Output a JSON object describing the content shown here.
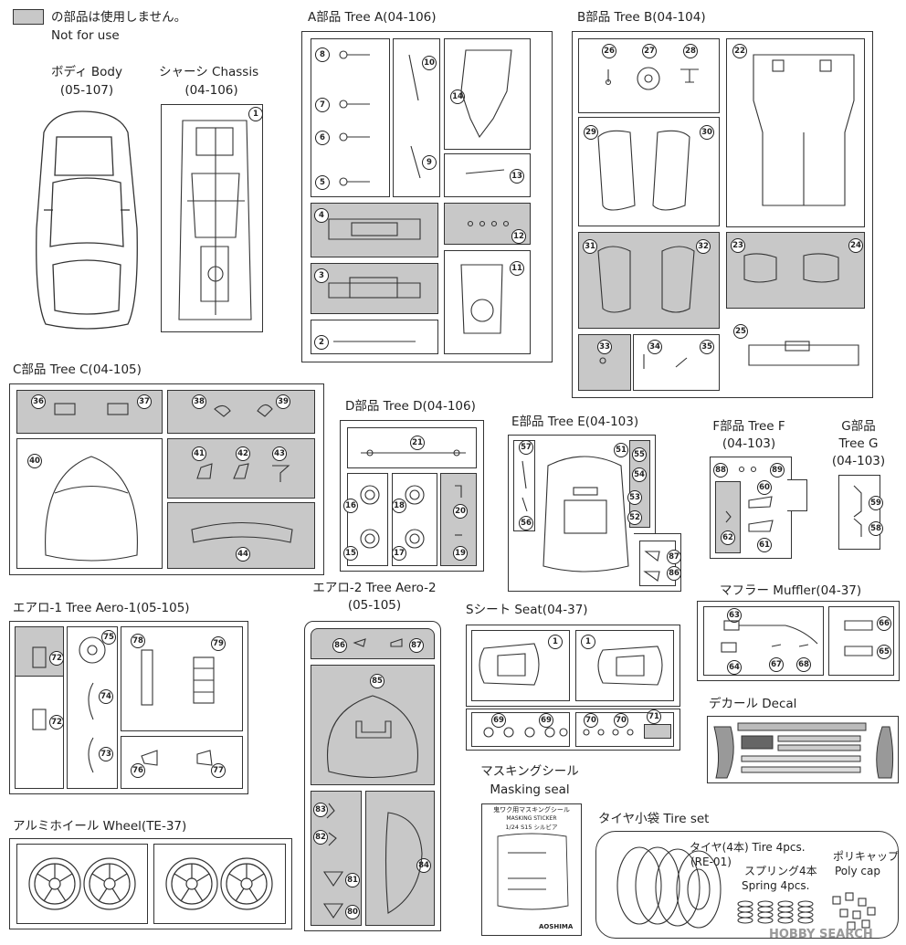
{
  "legend": {
    "line1": "の部品は使用しません。",
    "line2": "Not for use"
  },
  "body": {
    "title": "ボディ Body",
    "code": "(05-107)"
  },
  "chassis": {
    "title": "シャーシ Chassis",
    "code": "(04-106)"
  },
  "tree_a": {
    "title": "A部品 Tree A(04-106)"
  },
  "tree_b": {
    "title": "B部品 Tree B(04-104)"
  },
  "tree_c": {
    "title": "C部品 Tree C(04-105)"
  },
  "tree_d": {
    "title": "D部品 Tree D(04-106)"
  },
  "tree_e": {
    "title": "E部品 Tree E(04-103)"
  },
  "tree_f": {
    "title": "F部品 Tree F",
    "code": "(04-103)"
  },
  "tree_g": {
    "title": "G部品",
    "title2": "Tree G",
    "code": "(04-103)"
  },
  "aero1": {
    "title": "エアロ-1 Tree Aero-1(05-105)"
  },
  "aero2": {
    "title": "エアロ-2 Tree Aero-2",
    "code": "(05-105)"
  },
  "seat": {
    "title": "Sシート Seat(04-37)"
  },
  "muffler": {
    "title": "マフラー Muffler(04-37)"
  },
  "decal": {
    "title": "デカール Decal"
  },
  "masking": {
    "title": "マスキングシール",
    "title2": "Masking seal",
    "sheet_title": "鬼ワク用マスキングシール",
    "sheet_sub": "MASKING STICKER",
    "sheet_scale": "1/24 S15 シルビア",
    "brand": "AOSHIMA"
  },
  "wheel": {
    "title": "アルミホイール Wheel(TE-37)"
  },
  "tireset": {
    "title": "タイヤ小袋 Tire set",
    "tire": "タイヤ(4本) Tire 4pcs.",
    "tire_code": "(RE-01)",
    "spring": "スプリング4本",
    "spring_en": "Spring 4pcs.",
    "poly": "ポリキャップ",
    "poly_en": "Poly cap"
  },
  "watermark": "HOBBY SEARCH",
  "parts": {
    "p1": "1",
    "p2": "2",
    "p3": "3",
    "p4": "4",
    "p5": "5",
    "p6": "6",
    "p7": "7",
    "p8": "8",
    "p9": "9",
    "p10": "10",
    "p11": "11",
    "p12": "12",
    "p13": "13",
    "p14": "14",
    "p15": "15",
    "p16": "16",
    "p17": "17",
    "p18": "18",
    "p19": "19",
    "p20": "20",
    "p21": "21",
    "p22": "22",
    "p23": "23",
    "p24": "24",
    "p25": "25",
    "p26": "26",
    "p27": "27",
    "p28": "28",
    "p29": "29",
    "p30": "30",
    "p31": "31",
    "p32": "32",
    "p33": "33",
    "p34": "34",
    "p35": "35",
    "p36": "36",
    "p37": "37",
    "p38": "38",
    "p39": "39",
    "p40": "40",
    "p41": "41",
    "p42": "42",
    "p43": "43",
    "p44": "44",
    "p51": "51",
    "p52": "52",
    "p53": "53",
    "p54": "54",
    "p55": "55",
    "p56": "56",
    "p57": "57",
    "p58": "58",
    "p59": "59",
    "p60": "60",
    "p61": "61",
    "p62": "62",
    "p63": "63",
    "p64": "64",
    "p65": "65",
    "p66": "66",
    "p67": "67",
    "p68": "68",
    "p69": "69",
    "p70": "70",
    "p71": "71",
    "p72": "72",
    "p73": "73",
    "p74": "74",
    "p75": "75",
    "p76": "76",
    "p77": "77",
    "p78": "78",
    "p79": "79",
    "p80": "80",
    "p81": "81",
    "p82": "82",
    "p83": "83",
    "p84": "84",
    "p85": "85",
    "p86": "86",
    "p87": "87",
    "p88": "88",
    "p89": "89"
  },
  "colors": {
    "not_for_use": "#c8c8c8",
    "line": "#333333"
  }
}
